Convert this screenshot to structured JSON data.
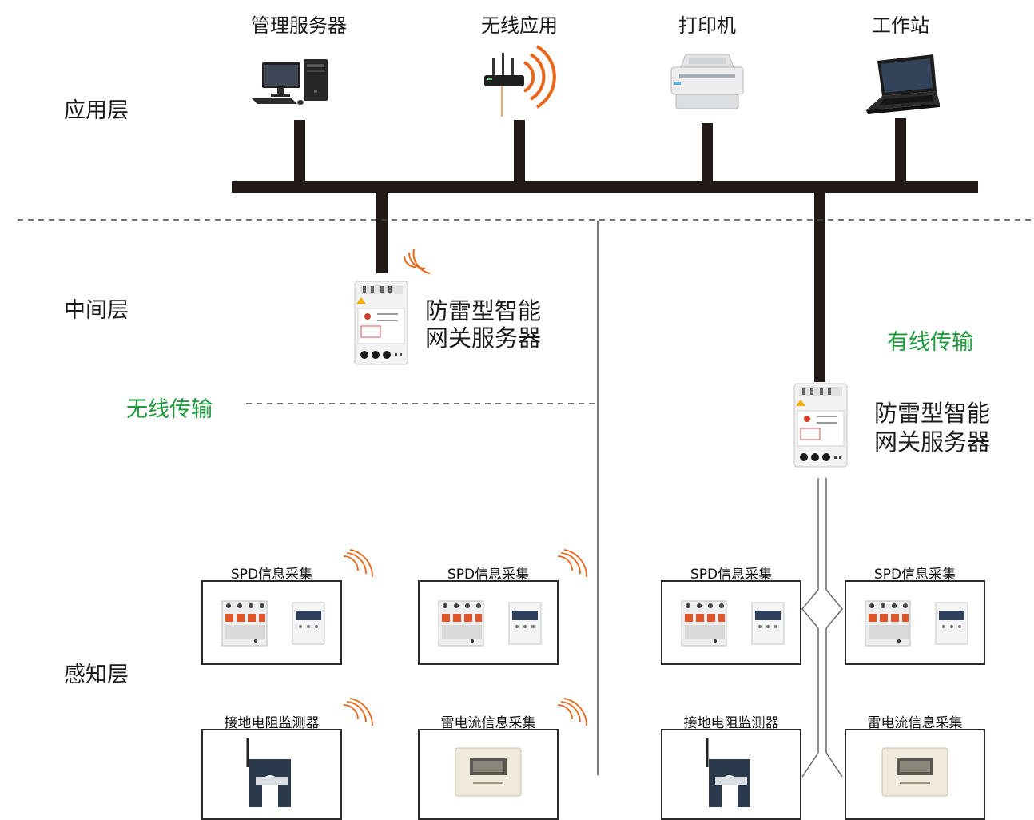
{
  "application_layer": {
    "label": "应用层",
    "devices": [
      {
        "label": "管理服务器",
        "icon": "desktop-server-icon"
      },
      {
        "label": "无线应用",
        "icon": "wireless-router-icon"
      },
      {
        "label": "打印机",
        "icon": "printer-icon"
      },
      {
        "label": "工作站",
        "icon": "laptop-icon"
      }
    ]
  },
  "middle_layer": {
    "label": "中间层",
    "wireless_label": "无线传输",
    "wired_label": "有线传输",
    "gateway_left": {
      "line1": "防雷型智能",
      "line2": "网关服务器"
    },
    "gateway_right": {
      "line1": "防雷型智能",
      "line2": "网关服务器"
    }
  },
  "perception_layer": {
    "label": "感知层",
    "modules": [
      {
        "title": "SPD信息采集"
      },
      {
        "title": "SPD信息采集"
      },
      {
        "title": "SPD信息采集"
      },
      {
        "title": "SPD信息采集"
      },
      {
        "title": "接地电阻监测器"
      },
      {
        "title": "雷电流信息采集"
      },
      {
        "title": "接地电阻监测器"
      },
      {
        "title": "雷电流信息采集"
      }
    ]
  },
  "colors": {
    "bus": "#221a17",
    "green": "#1f9a3c",
    "wave": "#e8651a"
  }
}
